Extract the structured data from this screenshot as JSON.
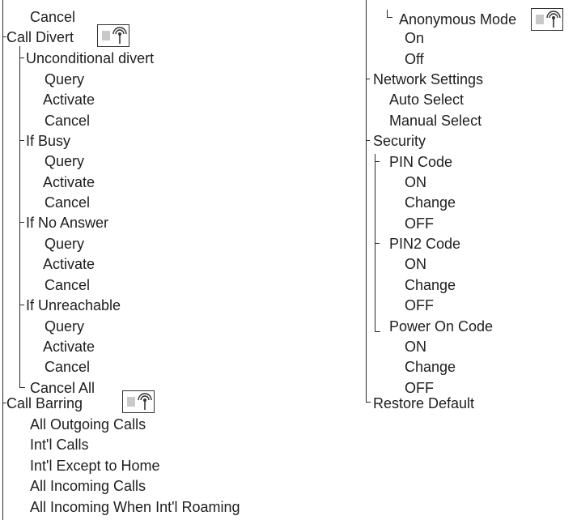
{
  "left": {
    "top_cancel": "Cancel",
    "call_divert": {
      "label": "Call Divert",
      "badge_icons": [
        "sim-card-icon",
        "antenna-icon"
      ],
      "unconditional": {
        "label": "Unconditional divert",
        "items": [
          "Query",
          "Activate",
          "Cancel"
        ]
      },
      "if_busy": {
        "label": "If Busy",
        "items": [
          "Query",
          "Activate",
          "Cancel"
        ]
      },
      "if_no_answer": {
        "label": "If No Answer",
        "items": [
          "Query",
          "Activate",
          "Cancel"
        ]
      },
      "if_unreachable": {
        "label": "If Unreachable",
        "items": [
          "Query",
          "Activate",
          "Cancel"
        ]
      },
      "cancel_all": "Cancel All"
    },
    "call_barring": {
      "label": "Call Barring",
      "badge_icons": [
        "sim-card-icon",
        "antenna-icon"
      ],
      "items": [
        "All Outgoing Calls",
        "Int'l Calls",
        "Int'l Except to Home",
        "All Incoming Calls",
        "All Incoming When Int'l Roaming"
      ]
    }
  },
  "right": {
    "anonymous_mode": {
      "label": "Anonymous Mode",
      "badge_icons": [
        "sim-card-icon",
        "antenna-icon"
      ],
      "items": [
        "On",
        "Off"
      ]
    },
    "network_settings": {
      "label": "Network Settings",
      "items": [
        "Auto Select",
        "Manual Select"
      ]
    },
    "security": {
      "label": "Security",
      "pin_code": {
        "label": "PIN Code",
        "items": [
          "ON",
          "Change",
          "OFF"
        ]
      },
      "pin2_code": {
        "label": "PIN2 Code",
        "items": [
          "ON",
          "Change",
          "OFF"
        ]
      },
      "power_on_code": {
        "label": "Power On Code",
        "items": [
          "ON",
          "Change",
          "OFF"
        ]
      }
    },
    "restore_default": "Restore Default"
  }
}
